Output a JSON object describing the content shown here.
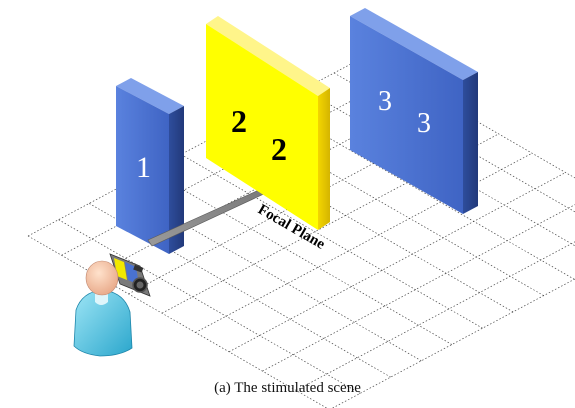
{
  "panels": [
    {
      "label": "1",
      "color": "#4a72d0"
    },
    {
      "label": "2",
      "color": "#ffff00"
    },
    {
      "label": "3",
      "color": "#4a72d0"
    }
  ],
  "panel2_labels": [
    "2",
    "2"
  ],
  "panel3_labels": [
    "3",
    "3"
  ],
  "focal_plane_label": "Focal Plane",
  "caption": "(a) The stimulated scene",
  "colors": {
    "blue_front": "#4a72d0",
    "blue_side": "#2f4f9f",
    "yellow_front": "#ffff00",
    "yellow_side": "#e6c600",
    "arrow": "#8a8a8a"
  }
}
